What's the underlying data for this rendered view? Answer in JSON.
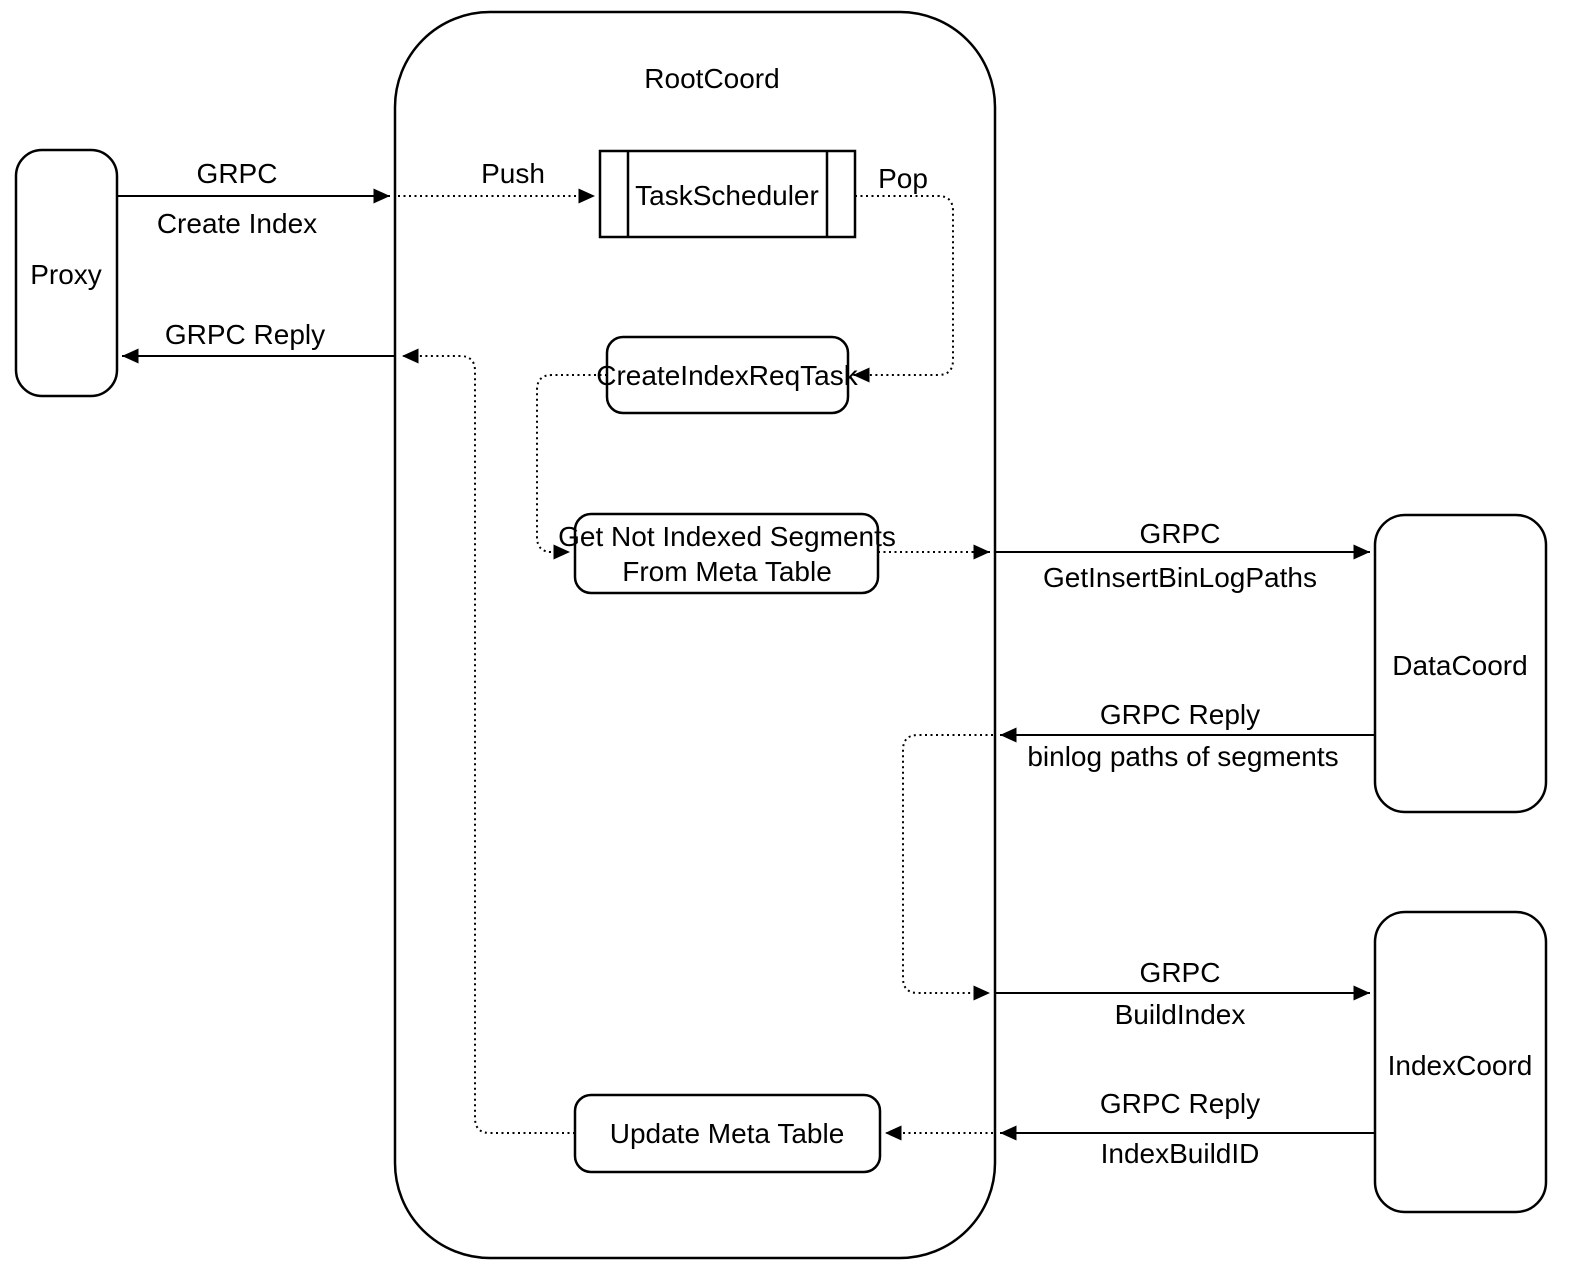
{
  "diagram": {
    "title": "RootCoord",
    "colors": {
      "line": "#000000",
      "background": "#ffffff",
      "node_fill": "#ffffff",
      "text": "#000000"
    },
    "nodes": {
      "proxy": {
        "label": "Proxy"
      },
      "rootcoord": {
        "label": "RootCoord"
      },
      "task_scheduler": {
        "label": "TaskScheduler"
      },
      "create_index_req_task": {
        "label": "CreateIndexReqTask"
      },
      "get_not_indexed_segments": {
        "label_line1": "Get Not Indexed Segments",
        "label_line2": "From Meta Table"
      },
      "update_meta_table": {
        "label": "Update Meta Table"
      },
      "datacoord": {
        "label": "DataCoord"
      },
      "indexcoord": {
        "label": "IndexCoord"
      }
    },
    "edges": {
      "create_index": {
        "label_line1": "GRPC",
        "label_line2": "Create Index"
      },
      "push": {
        "label": "Push"
      },
      "pop": {
        "label": "Pop"
      },
      "grpc_reply_to_proxy": {
        "label": "GRPC Reply"
      },
      "get_insert_binlog_paths": {
        "label_line1": "GRPC",
        "label_line2": "GetInsertBinLogPaths"
      },
      "binlog_paths_reply": {
        "label_line1": "GRPC Reply",
        "label_line2": "binlog paths of segments"
      },
      "build_index": {
        "label_line1": "GRPC",
        "label_line2": "BuildIndex"
      },
      "index_build_id_reply": {
        "label_line1": "GRPC Reply",
        "label_line2": "IndexBuildID"
      }
    }
  }
}
